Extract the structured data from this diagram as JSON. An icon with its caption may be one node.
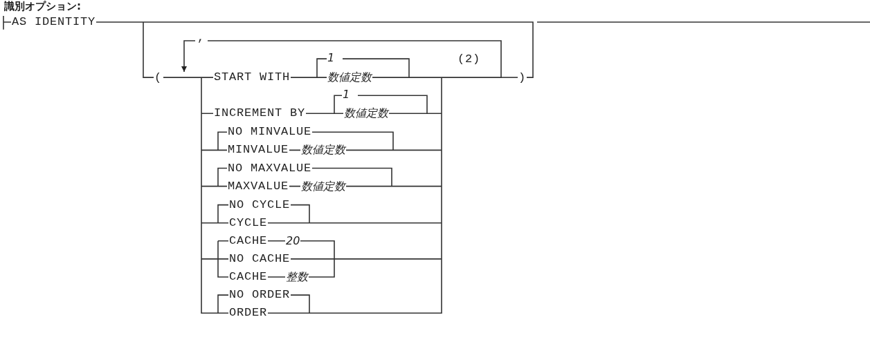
{
  "diagram": {
    "title": "識別オプション:",
    "labels": [
      "AS IDENTITY",
      ",",
      "1",
      "(2)",
      "(",
      "START WITH",
      "数値定数",
      ")",
      "1",
      "INCREMENT BY",
      "数値定数",
      "NO MINVALUE",
      "MINVALUE",
      "数値定数",
      "NO MAXVALUE",
      "MAXVALUE",
      "数値定数",
      "NO CYCLE",
      "CYCLE",
      "CACHE",
      "20",
      "NO CACHE",
      "CACHE",
      "整数",
      "NO ORDER",
      "ORDER"
    ]
  }
}
